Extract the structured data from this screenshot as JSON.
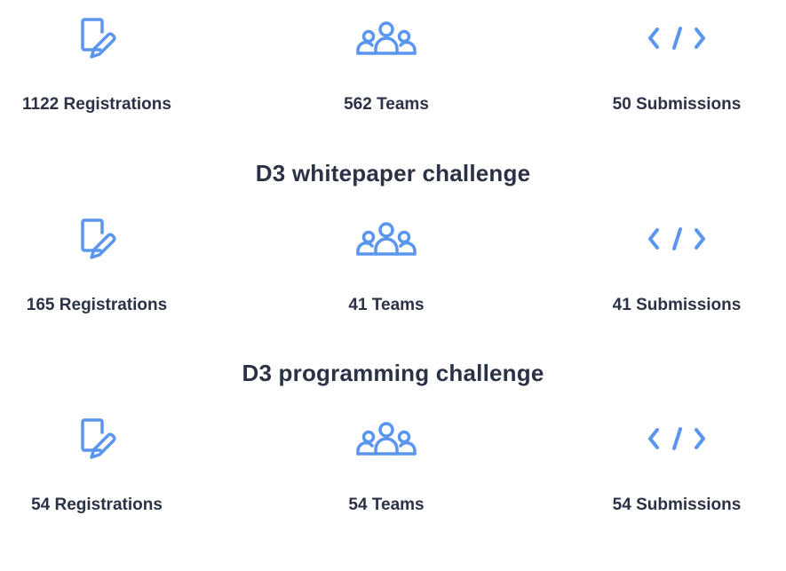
{
  "colors": {
    "text": "#2b3245",
    "icon": "#5a96ef",
    "background": "#ffffff"
  },
  "sections": [
    {
      "title": "",
      "stats": [
        {
          "icon": "document-edit-icon",
          "label": "1122 Registrations"
        },
        {
          "icon": "team-icon",
          "label": "562 Teams"
        },
        {
          "icon": "code-icon",
          "label": "50 Submissions"
        }
      ]
    },
    {
      "title": "D3 whitepaper challenge",
      "stats": [
        {
          "icon": "document-edit-icon",
          "label": "165 Registrations"
        },
        {
          "icon": "team-icon",
          "label": "41 Teams"
        },
        {
          "icon": "code-icon",
          "label": "41 Submissions"
        }
      ]
    },
    {
      "title": "D3 programming challenge",
      "stats": [
        {
          "icon": "document-edit-icon",
          "label": "54 Registrations"
        },
        {
          "icon": "team-icon",
          "label": "54 Teams"
        },
        {
          "icon": "code-icon",
          "label": "54 Submissions"
        }
      ]
    }
  ]
}
